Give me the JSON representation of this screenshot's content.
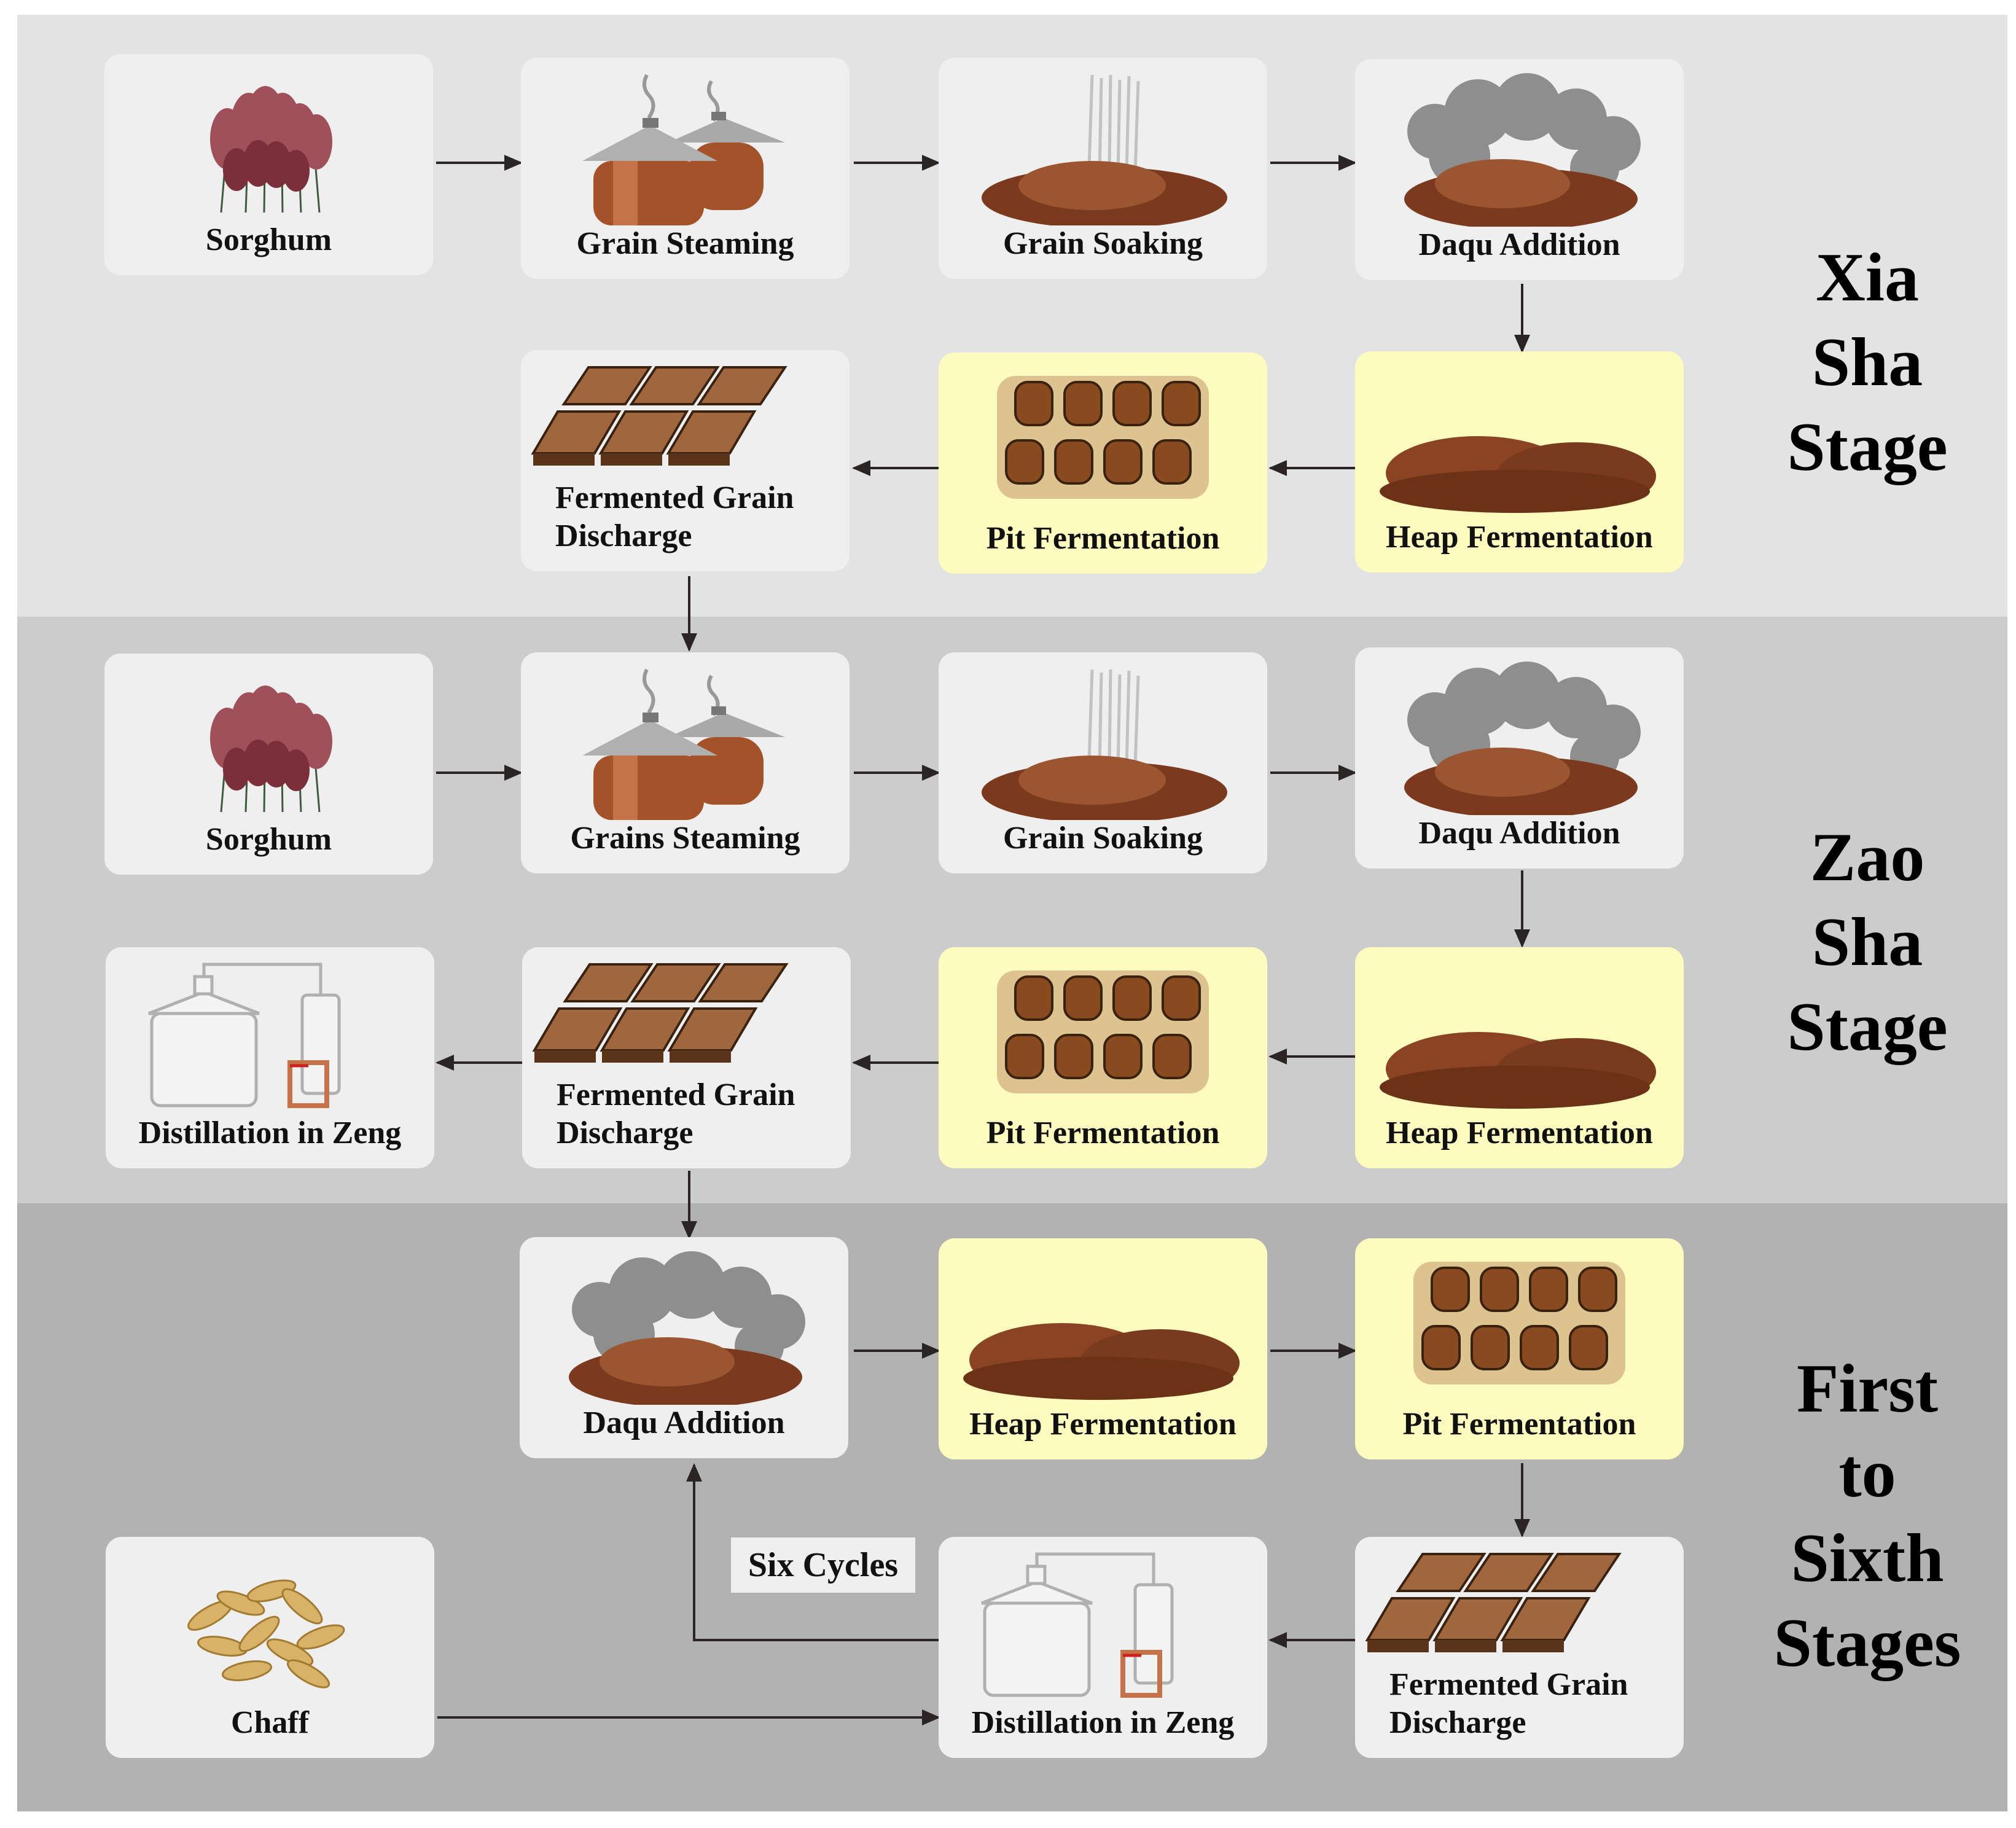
{
  "stages": [
    "Xia\nSha\nStage",
    "Zao\nSha\nStage",
    "First\nto\nSixth\nStages"
  ],
  "steps": {
    "s1_sorghum": "Sorghum",
    "s1_steaming": "Grain Steaming",
    "s1_soaking": "Grain Soaking",
    "s1_daqu": "Daqu Addition",
    "s1_heap": "Heap Fermentation",
    "s1_pit": "Pit Fermentation",
    "s1_discharge": "Fermented Grain\nDischarge",
    "s2_sorghum": "Sorghum",
    "s2_steaming": "Grains Steaming",
    "s2_soaking": "Grain Soaking",
    "s2_daqu": "Daqu Addition",
    "s2_heap": "Heap Fermentation",
    "s2_pit": "Pit Fermentation",
    "s2_discharge": "Fermented Grain\nDischarge",
    "s2_distill": "Distillation in Zeng",
    "s3_daqu": "Daqu Addition",
    "s3_heap": "Heap Fermentation",
    "s3_pit": "Pit Fermentation",
    "s3_discharge": "Fermented Grain\nDischarge",
    "s3_distill": "Distillation in Zeng",
    "s3_chaff": "Chaff"
  },
  "loop_label": "Six Cycles",
  "colors": {
    "band_1": "#e3e3e3",
    "band_2": "#cccccc",
    "band_3": "#b2b2b2",
    "box": "#efefef",
    "fermentation_box": "#fdfbbe",
    "arrow": "#2b2424"
  }
}
